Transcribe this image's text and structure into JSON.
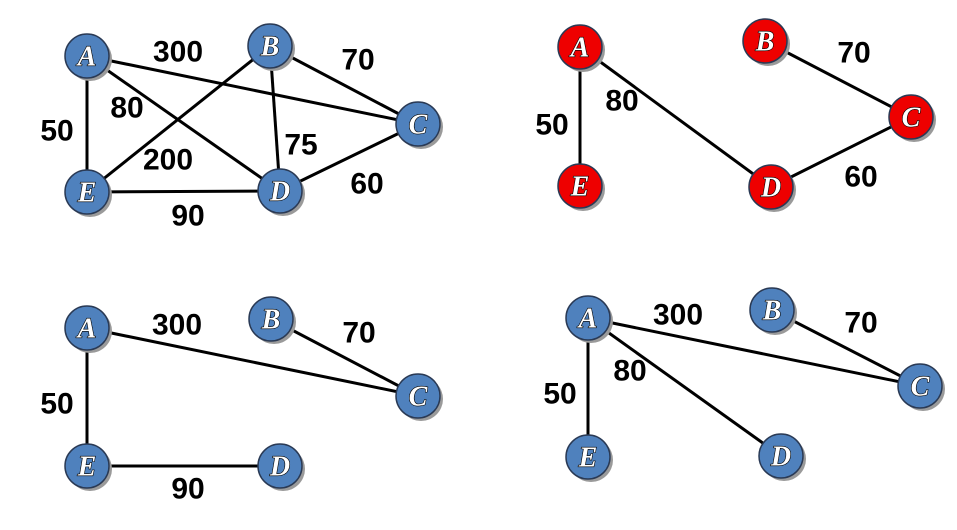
{
  "colors": {
    "blue": "#4f81bd",
    "red": "#ee0000",
    "edge": "#000000"
  },
  "panels": [
    {
      "id": "original-graph",
      "node_color": "blue",
      "nodes": [
        "A",
        "B",
        "C",
        "D",
        "E"
      ],
      "edges": [
        {
          "from": "A",
          "to": "C",
          "weight": "300"
        },
        {
          "from": "B",
          "to": "C",
          "weight": "70"
        },
        {
          "from": "A",
          "to": "D",
          "weight": "80"
        },
        {
          "from": "A",
          "to": "E",
          "weight": "50"
        },
        {
          "from": "B",
          "to": "E",
          "weight": "200"
        },
        {
          "from": "B",
          "to": "D",
          "weight": "75"
        },
        {
          "from": "D",
          "to": "C",
          "weight": "60"
        },
        {
          "from": "E",
          "to": "D",
          "weight": "90"
        }
      ]
    },
    {
      "id": "red-tree",
      "node_color": "red",
      "nodes": [
        "A",
        "B",
        "C",
        "D",
        "E"
      ],
      "edges": [
        {
          "from": "B",
          "to": "C",
          "weight": "70"
        },
        {
          "from": "A",
          "to": "D",
          "weight": "80"
        },
        {
          "from": "A",
          "to": "E",
          "weight": "50"
        },
        {
          "from": "D",
          "to": "C",
          "weight": "60"
        }
      ]
    },
    {
      "id": "tree-bottom-left",
      "node_color": "blue",
      "nodes": [
        "A",
        "B",
        "C",
        "D",
        "E"
      ],
      "edges": [
        {
          "from": "A",
          "to": "C",
          "weight": "300"
        },
        {
          "from": "B",
          "to": "C",
          "weight": "70"
        },
        {
          "from": "A",
          "to": "E",
          "weight": "50"
        },
        {
          "from": "E",
          "to": "D",
          "weight": "90"
        }
      ]
    },
    {
      "id": "tree-bottom-right",
      "node_color": "blue",
      "nodes": [
        "A",
        "B",
        "C",
        "D",
        "E"
      ],
      "edges": [
        {
          "from": "A",
          "to": "C",
          "weight": "300"
        },
        {
          "from": "B",
          "to": "C",
          "weight": "70"
        },
        {
          "from": "A",
          "to": "D",
          "weight": "80"
        },
        {
          "from": "A",
          "to": "E",
          "weight": "50"
        }
      ]
    }
  ]
}
